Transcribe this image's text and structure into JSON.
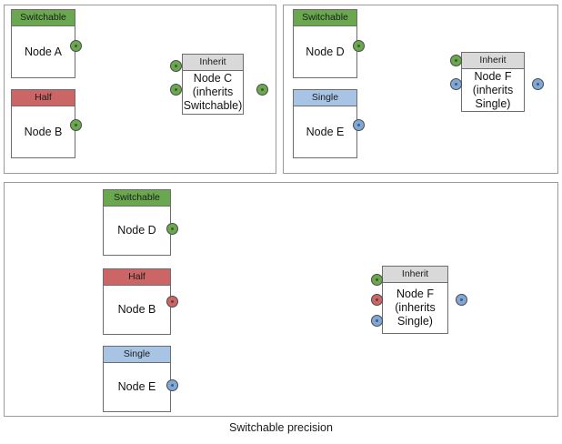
{
  "diagram": {
    "caption": "Switchable precision",
    "colors": {
      "switchable": "#6aa84f",
      "half": "#cc6666",
      "single": "#a8c4e5",
      "inherit": "#d9d9d9",
      "port_green": "#6aa84f",
      "port_red": "#cc6666",
      "port_blue": "#7fa8d8",
      "panel_border": "#9a9a9a",
      "node_border": "#6d6d6d",
      "wire": "#4d4d4d"
    },
    "panels": [
      {
        "id": "panel-1",
        "nodes": [
          {
            "id": "node-a",
            "header": "Switchable",
            "header_style": "green",
            "lines": [
              "Node A"
            ]
          },
          {
            "id": "node-b",
            "header": "Half",
            "header_style": "red",
            "lines": [
              "Node B"
            ]
          },
          {
            "id": "node-c",
            "header": "Inherit",
            "header_style": "grey",
            "lines": [
              "Node C",
              "(inherits",
              "Switchable)"
            ]
          }
        ],
        "ports": [
          {
            "id": "node-a-out",
            "color": "green"
          },
          {
            "id": "node-b-out",
            "color": "green"
          },
          {
            "id": "node-c-in-1",
            "color": "green"
          },
          {
            "id": "node-c-in-2",
            "color": "green"
          },
          {
            "id": "node-c-out",
            "color": "green"
          }
        ],
        "edges": [
          {
            "from": "node-a-out",
            "to": "node-c-in-1"
          },
          {
            "from": "node-b-out",
            "to": "node-c-in-2"
          },
          {
            "from": "node-c-out",
            "to": "free-end"
          }
        ]
      },
      {
        "id": "panel-2",
        "nodes": [
          {
            "id": "node-d",
            "header": "Switchable",
            "header_style": "green",
            "lines": [
              "Node D"
            ]
          },
          {
            "id": "node-e",
            "header": "Single",
            "header_style": "blue",
            "lines": [
              "Node E"
            ]
          },
          {
            "id": "node-f",
            "header": "Inherit",
            "header_style": "grey",
            "lines": [
              "Node F",
              "(inherits",
              "Single)"
            ]
          }
        ],
        "ports": [
          {
            "id": "node-d-out",
            "color": "green"
          },
          {
            "id": "node-e-out",
            "color": "blue"
          },
          {
            "id": "node-f-in-1",
            "color": "green"
          },
          {
            "id": "node-f-in-2",
            "color": "blue"
          },
          {
            "id": "node-f-out",
            "color": "blue"
          }
        ],
        "edges": [
          {
            "from": "node-d-out",
            "to": "node-f-in-1"
          },
          {
            "from": "node-e-out",
            "to": "node-f-in-2"
          },
          {
            "from": "node-f-out",
            "to": "free-end"
          }
        ]
      },
      {
        "id": "panel-3",
        "nodes": [
          {
            "id": "node-d3",
            "header": "Switchable",
            "header_style": "green",
            "lines": [
              "Node D"
            ]
          },
          {
            "id": "node-b3",
            "header": "Half",
            "header_style": "red",
            "lines": [
              "Node B"
            ]
          },
          {
            "id": "node-e3",
            "header": "Single",
            "header_style": "blue",
            "lines": [
              "Node E"
            ]
          },
          {
            "id": "node-f3",
            "header": "Inherit",
            "header_style": "grey",
            "lines": [
              "Node F",
              "(inherits",
              "Single)"
            ]
          }
        ],
        "ports": [
          {
            "id": "node-d3-out",
            "color": "green"
          },
          {
            "id": "node-b3-out",
            "color": "red"
          },
          {
            "id": "node-e3-out",
            "color": "blue"
          },
          {
            "id": "node-f3-in-1",
            "color": "green"
          },
          {
            "id": "node-f3-in-2",
            "color": "red"
          },
          {
            "id": "node-f3-in-3",
            "color": "blue"
          },
          {
            "id": "node-f3-out",
            "color": "blue"
          }
        ],
        "edges": [
          {
            "from": "node-d3-out",
            "to": "node-f3-in-1"
          },
          {
            "from": "node-b3-out",
            "to": "node-f3-in-2"
          },
          {
            "from": "node-e3-out",
            "to": "node-f3-in-3"
          }
        ]
      }
    ]
  }
}
